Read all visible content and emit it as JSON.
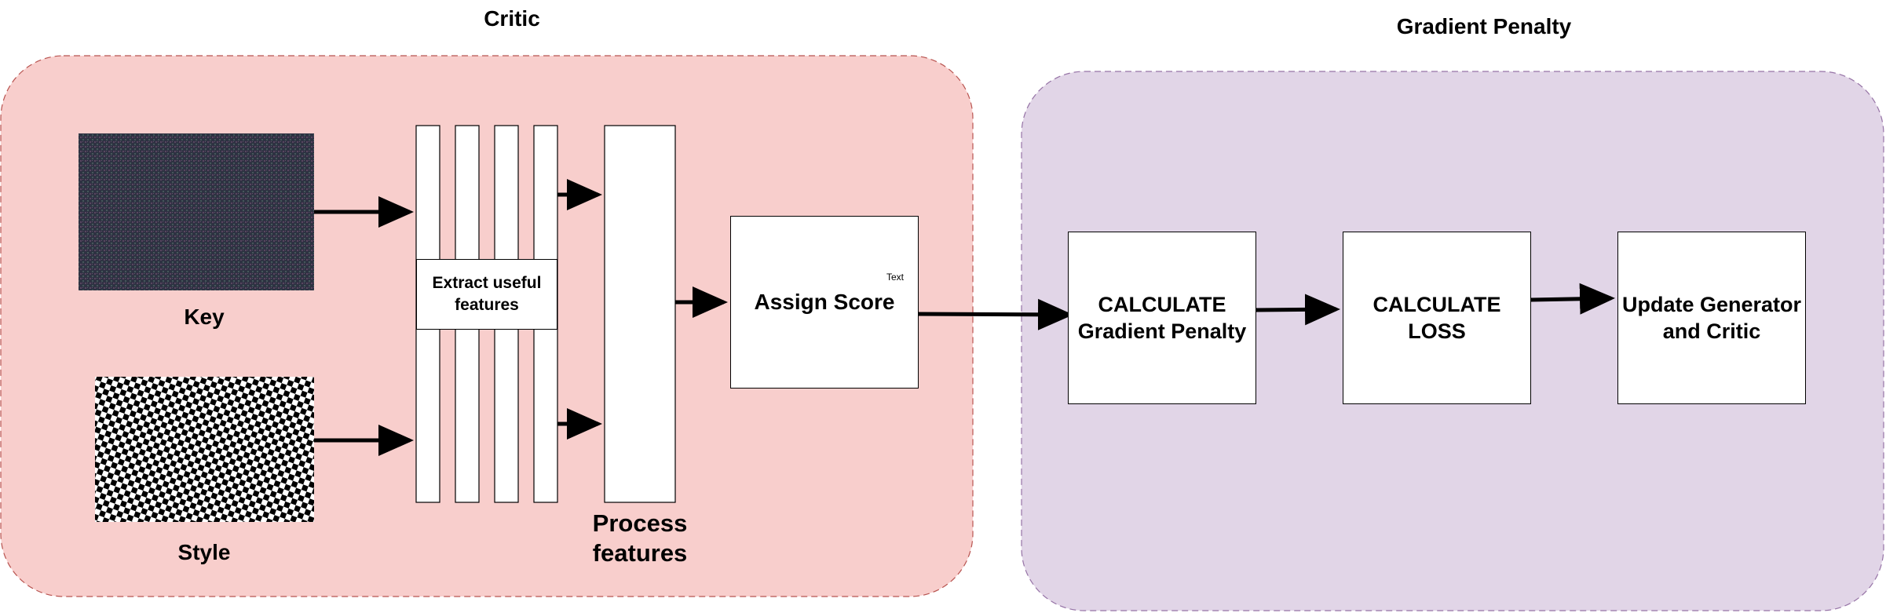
{
  "colors": {
    "critic_fill": "#f8cecc",
    "penalty_fill": "#e1d5e7",
    "arrow": "#000000",
    "box_fill": "#ffffff"
  },
  "groups": {
    "critic_title": "Critic",
    "penalty_title": "Gradient Penalty"
  },
  "inputs": {
    "key_label": "Key",
    "style_label": "Style"
  },
  "nodes": {
    "extract": "Extract useful features",
    "process": "Process features",
    "assign": "Assign Score",
    "assign_tag": "Text",
    "calc_gp_line1": "CALCULATE",
    "calc_gp_line2": "Gradient Penalty",
    "calc_loss_line1": "CALCULATE",
    "calc_loss_line2": "LOSS",
    "update_line1": "Update Generator",
    "update_line2": "and Critic"
  }
}
